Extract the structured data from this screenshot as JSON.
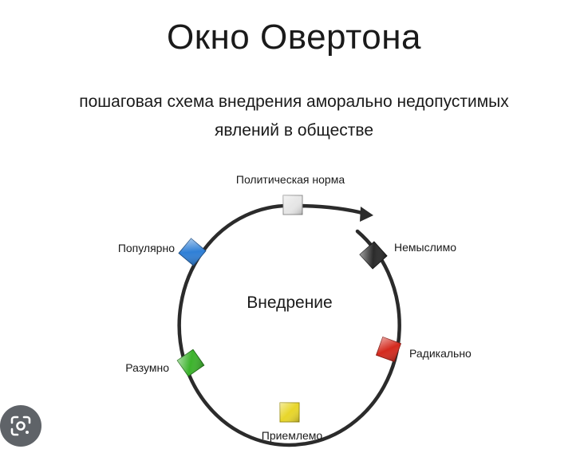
{
  "title": "Окно Овертона",
  "subtitle_line1": "пошаговая схема внедрения аморально недопустимых",
  "subtitle_line2": "явлений в обществе",
  "center_label": "Внедрение",
  "stages": [
    {
      "label": "Немыслимо",
      "color": "#2a2a2a"
    },
    {
      "label": "Радикально",
      "color": "#d42a1e"
    },
    {
      "label": "Приемлемо",
      "color": "#e8d62a"
    },
    {
      "label": "Разумно",
      "color": "#3cb32c"
    },
    {
      "label": "Популярно",
      "color": "#2f7fd6"
    },
    {
      "label": "Политическая норма",
      "color": "#e6e6e6"
    }
  ],
  "colors": {
    "ring": "#2b2b2b",
    "text": "#1a1a1a"
  },
  "lens_icon": "google-lens-icon"
}
